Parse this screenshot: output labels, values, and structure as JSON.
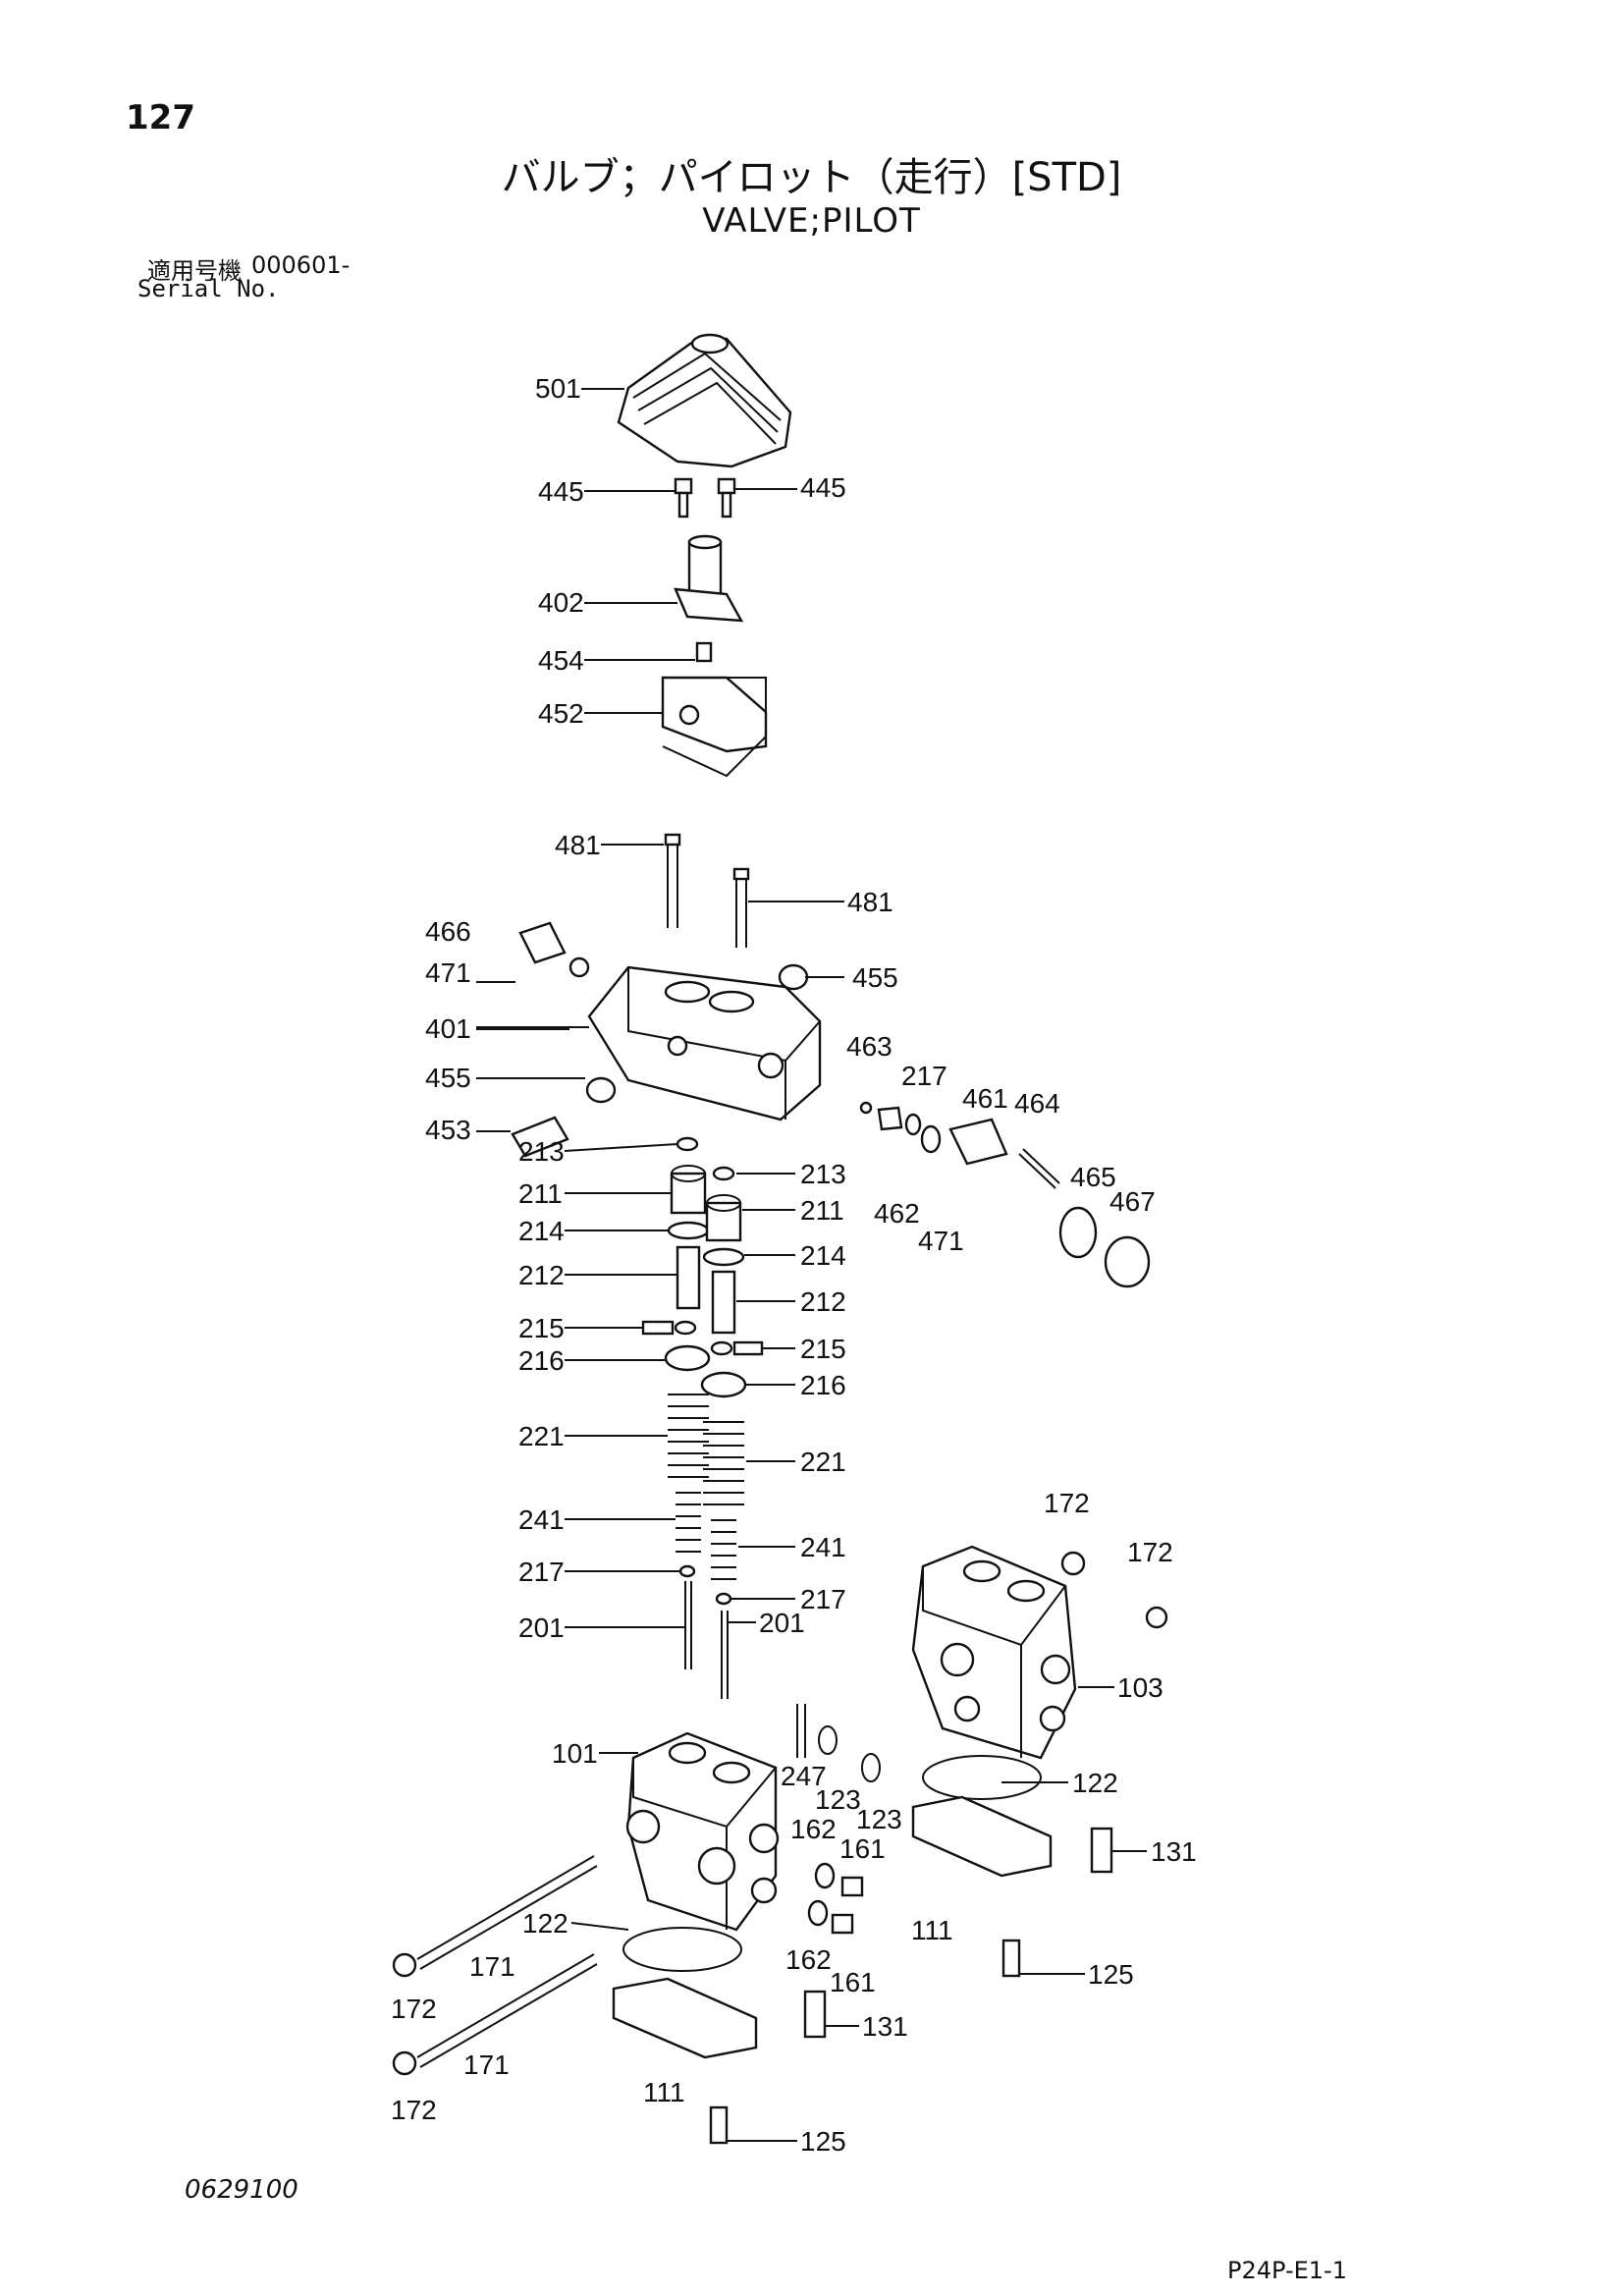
{
  "header": {
    "page_number": "127",
    "title_jp": "バルブ；パイロット（走行）[STD]",
    "title_en": "VALVE;PILOT",
    "serial_label_jp": "適用号機",
    "serial_value": "000601-",
    "serial_label_en": "Serial No."
  },
  "footer": {
    "document_number": "0629100",
    "page_code": "P24P-E1-1"
  },
  "callouts": [
    {
      "id": "c501",
      "text": "501"
    },
    {
      "id": "c445a",
      "text": "445"
    },
    {
      "id": "c445b",
      "text": "445"
    },
    {
      "id": "c402",
      "text": "402"
    },
    {
      "id": "c454",
      "text": "454"
    },
    {
      "id": "c452",
      "text": "452"
    },
    {
      "id": "c481a",
      "text": "481"
    },
    {
      "id": "c481b",
      "text": "481"
    },
    {
      "id": "c466",
      "text": "466"
    },
    {
      "id": "c471a",
      "text": "471"
    },
    {
      "id": "c455a",
      "text": "455"
    },
    {
      "id": "c401",
      "text": "401"
    },
    {
      "id": "c455b",
      "text": "455"
    },
    {
      "id": "c453",
      "text": "453"
    },
    {
      "id": "c463",
      "text": "463"
    },
    {
      "id": "c217a",
      "text": "217"
    },
    {
      "id": "c461",
      "text": "461"
    },
    {
      "id": "c464",
      "text": "464"
    },
    {
      "id": "c465",
      "text": "465"
    },
    {
      "id": "c467",
      "text": "467"
    },
    {
      "id": "c462",
      "text": "462"
    },
    {
      "id": "c471b",
      "text": "471"
    },
    {
      "id": "c213a",
      "text": "213"
    },
    {
      "id": "c213b",
      "text": "213"
    },
    {
      "id": "c211a",
      "text": "211"
    },
    {
      "id": "c211b",
      "text": "211"
    },
    {
      "id": "c214a",
      "text": "214"
    },
    {
      "id": "c214b",
      "text": "214"
    },
    {
      "id": "c212a",
      "text": "212"
    },
    {
      "id": "c212b",
      "text": "212"
    },
    {
      "id": "c215a",
      "text": "215"
    },
    {
      "id": "c215b",
      "text": "215"
    },
    {
      "id": "c216a",
      "text": "216"
    },
    {
      "id": "c216b",
      "text": "216"
    },
    {
      "id": "c221a",
      "text": "221"
    },
    {
      "id": "c221b",
      "text": "221"
    },
    {
      "id": "c241a",
      "text": "241"
    },
    {
      "id": "c241b",
      "text": "241"
    },
    {
      "id": "c217b",
      "text": "217"
    },
    {
      "id": "c217c",
      "text": "217"
    },
    {
      "id": "c201a",
      "text": "201"
    },
    {
      "id": "c201b",
      "text": "201"
    },
    {
      "id": "c172a",
      "text": "172"
    },
    {
      "id": "c172b",
      "text": "172"
    },
    {
      "id": "c103",
      "text": "103"
    },
    {
      "id": "c101",
      "text": "101"
    },
    {
      "id": "c247",
      "text": "247"
    },
    {
      "id": "c123a",
      "text": "123"
    },
    {
      "id": "c123b",
      "text": "123"
    },
    {
      "id": "c122a",
      "text": "122"
    },
    {
      "id": "c162a",
      "text": "162"
    },
    {
      "id": "c161a",
      "text": "161"
    },
    {
      "id": "c131a",
      "text": "131"
    },
    {
      "id": "c122b",
      "text": "122"
    },
    {
      "id": "c111a",
      "text": "111"
    },
    {
      "id": "c162b",
      "text": "162"
    },
    {
      "id": "c161b",
      "text": "161"
    },
    {
      "id": "c125a",
      "text": "125"
    },
    {
      "id": "c171a",
      "text": "171"
    },
    {
      "id": "c172c",
      "text": "172"
    },
    {
      "id": "c131b",
      "text": "131"
    },
    {
      "id": "c171b",
      "text": "171"
    },
    {
      "id": "c172d",
      "text": "172"
    },
    {
      "id": "c111b",
      "text": "111"
    },
    {
      "id": "c125b",
      "text": "125"
    }
  ]
}
